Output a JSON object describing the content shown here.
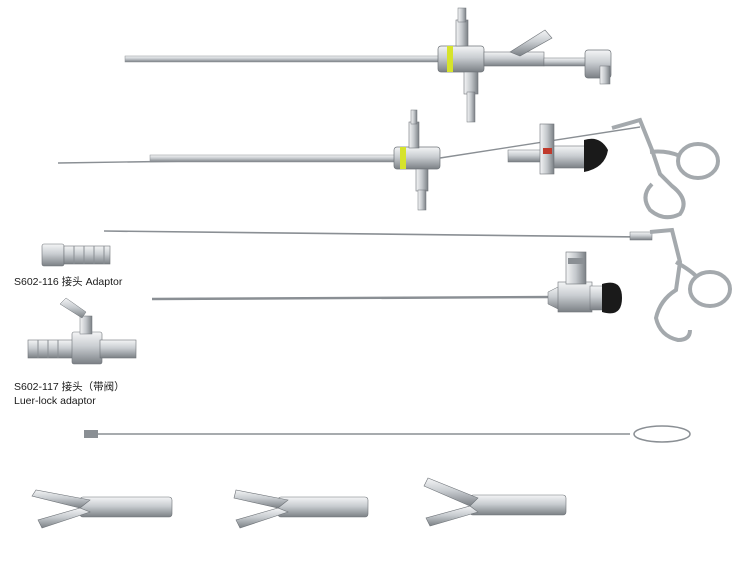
{
  "labels": {
    "adaptor": "S602-116 接头 Adaptor",
    "luer_line1": "S602-117 接头（带阀）",
    "luer_line2": "Luer-lock adaptor"
  },
  "colors": {
    "steel_light": "#e6e8ea",
    "steel_mid": "#b8bcc0",
    "steel_dark": "#6e7378",
    "ring_accent": "#d6e32b",
    "eyepiece": "#1a1a1a"
  },
  "items": [
    "sheath-with-stopcock",
    "operating-sheath-with-telescope-and-forceps",
    "flexible-forceps",
    "telescope",
    "adaptor-s602-116",
    "luer-lock-adaptor-s602-117",
    "snare-loop",
    "grasping-forceps-tip",
    "biopsy-forceps-tip",
    "scissors-tip"
  ]
}
